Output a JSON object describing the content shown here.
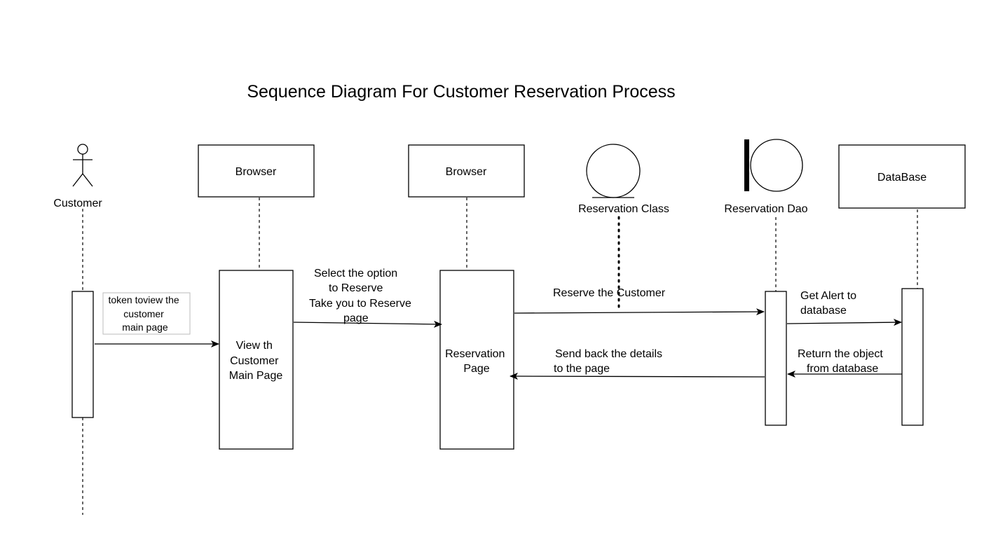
{
  "title": "Sequence Diagram For Customer Reservation Process",
  "participants": {
    "customer": "Customer",
    "browser1": "Browser",
    "browser2": "Browser",
    "reservation_class": "Reservation Class",
    "reservation_dao": "Reservation Dao",
    "database": "DataBase"
  },
  "activations": {
    "main_page": [
      "View th",
      "Customer",
      "Main Page"
    ],
    "reservation_page": [
      "Reservation",
      "Page"
    ]
  },
  "messages": {
    "m1": [
      "token toview the",
      "customer",
      "main page"
    ],
    "m2": [
      "Select the option",
      "to Reserve",
      "Take you to Reserve",
      "page"
    ],
    "m3": [
      "Reserve the Customer"
    ],
    "m4": [
      "Get Alert to",
      "database"
    ],
    "m5": [
      "Return the object",
      "from database"
    ],
    "m6": [
      "Send back the details",
      "to the page"
    ]
  }
}
